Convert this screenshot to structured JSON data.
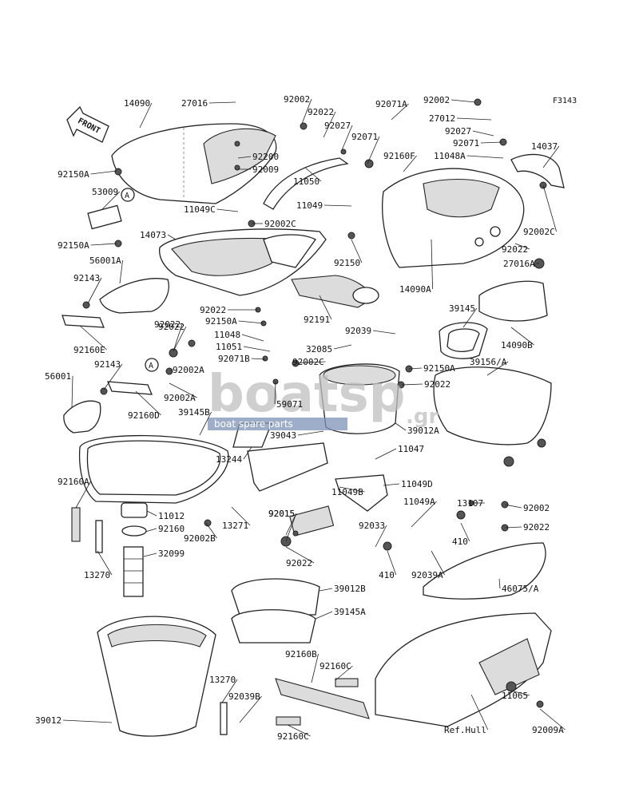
{
  "figure_code": "F3143",
  "front_label": "FRONT",
  "ref_label": "Ref.Hull",
  "watermark": {
    "brand_text": "boatsp",
    "sub_text": "boat spare parts",
    "tld": ".gr"
  },
  "callouts": [
    "A",
    "A"
  ],
  "part_labels": [
    "14090",
    "27016",
    "92002",
    "92022",
    "92071A",
    "92002",
    "27012",
    "92027",
    "92071",
    "92027",
    "92071",
    "14037",
    "11048A",
    "92200",
    "92009",
    "92160F",
    "92150A",
    "53009",
    "11050",
    "11049",
    "11049C",
    "92002C",
    "92150A",
    "14073",
    "92150",
    "92002C",
    "92022",
    "27016A",
    "56001A",
    "14090A",
    "92143",
    "92191",
    "39145",
    "92022",
    "92150A",
    "92022",
    "14090B",
    "11048",
    "92039",
    "11051",
    "32085",
    "92160E",
    "92071B",
    "92002C",
    "92022",
    "92002A",
    "92150A",
    "39156/A",
    "92143",
    "92022",
    "56001",
    "92002A",
    "59071",
    "92160D",
    "39145B",
    "39043",
    "39012A",
    "13244",
    "11047",
    "92160A",
    "11049B",
    "11049D",
    "13107",
    "92002",
    "11012",
    "92015",
    "13271",
    "11049A",
    "92015",
    "92022",
    "92160",
    "92002B",
    "92033",
    "410",
    "32099",
    "13270",
    "410",
    "92022",
    "92039A",
    "46075/A",
    "39012B",
    "39145A",
    "92160B",
    "92160C",
    "13270",
    "92039B",
    "11065",
    "39012",
    "92160C",
    "Ref.Hull",
    "92009A"
  ]
}
